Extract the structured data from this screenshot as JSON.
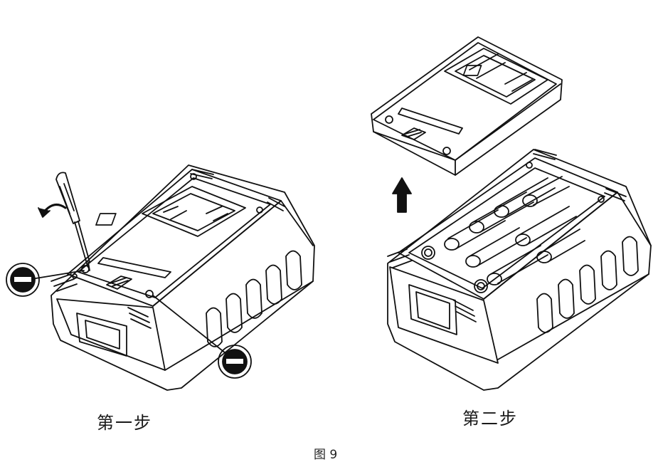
{
  "figure": {
    "caption": "图 9",
    "steps": [
      {
        "label": "第一步"
      },
      {
        "label": "第二步"
      }
    ]
  },
  "colors": {
    "line": "#111111",
    "background": "#ffffff"
  },
  "icons": {
    "tool": "screwdriver-icon",
    "rotation": "rotate-arrow-icon",
    "screw": "screw-head-icon",
    "lift": "arrow-up-icon",
    "cell": "battery-cell-icon"
  }
}
